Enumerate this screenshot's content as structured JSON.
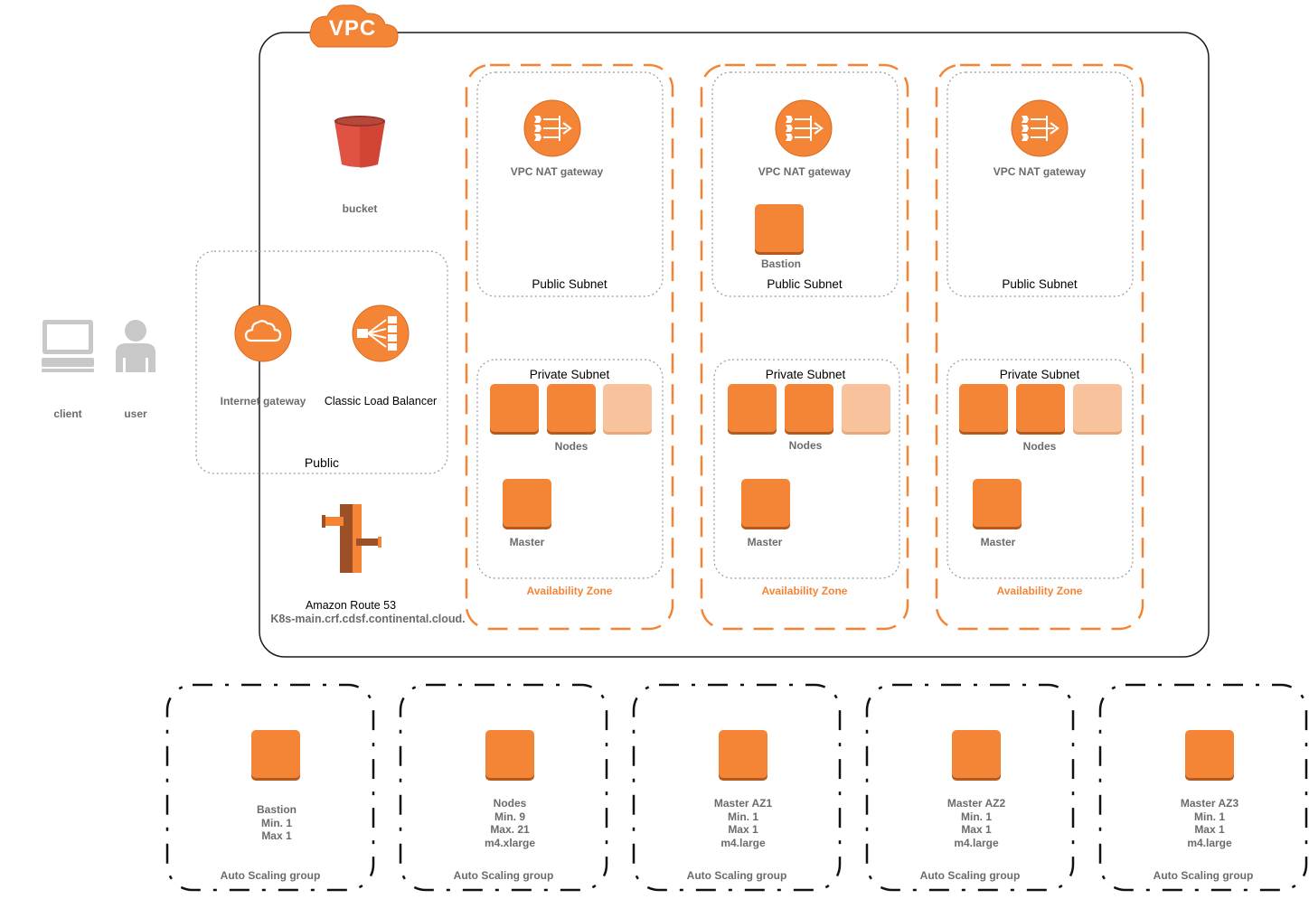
{
  "vpc": {
    "badge": "VPC"
  },
  "bucket": {
    "label": "bucket"
  },
  "actors": {
    "client": "client",
    "user": "user"
  },
  "public_group": {
    "title": "Public",
    "internet_gateway": "Internet gateway",
    "load_balancer": "Classic Load Balancer"
  },
  "route53": {
    "label": "Amazon Route 53",
    "domain": "K8s-main.crf.cdsf.continental.cloud."
  },
  "availability_zones": [
    {
      "title": "Availability Zone",
      "public_subnet": "Public Subnet",
      "nat": "VPC NAT gateway",
      "private_subnet": "Private Subnet",
      "nodes": "Nodes",
      "master": "Master"
    },
    {
      "title": "Availability Zone",
      "public_subnet": "Public Subnet",
      "nat": "VPC NAT gateway",
      "bastion": "Bastion",
      "private_subnet": "Private Subnet",
      "nodes": "Nodes",
      "master": "Master"
    },
    {
      "title": "Availability Zone",
      "public_subnet": "Public Subnet",
      "nat": "VPC NAT gateway",
      "private_subnet": "Private Subnet",
      "nodes": "Nodes",
      "master": "Master"
    }
  ],
  "autoscaling_groups": [
    {
      "title": "Auto Scaling group",
      "lines": [
        "Bastion",
        "Min. 1",
        "Max 1"
      ]
    },
    {
      "title": "Auto Scaling group",
      "lines": [
        "Nodes",
        "Min. 9",
        "Max. 21",
        "m4.xlarge"
      ]
    },
    {
      "title": "Auto Scaling group",
      "lines": [
        "Master AZ1",
        "Min. 1",
        "Max 1",
        "m4.large"
      ]
    },
    {
      "title": "Auto Scaling group",
      "lines": [
        "Master AZ2",
        "Min. 1",
        "Max 1",
        "m4.large"
      ]
    },
    {
      "title": "Auto Scaling group",
      "lines": [
        "Master AZ3",
        "Min. 1",
        "Max 1",
        "m4.large"
      ]
    }
  ],
  "colors": {
    "accent": "#f58536",
    "accent_light": "#f8c29d",
    "bucket_red": "#e05243",
    "gray_icon": "#c8c8c8",
    "label_gray": "#6b6b6b"
  },
  "icons": [
    "vpc-cloud-icon",
    "bucket-icon",
    "client-computer-icon",
    "user-icon",
    "internet-gateway-icon",
    "load-balancer-icon",
    "route53-icon",
    "nat-gateway-icon",
    "ec2-instance-icon"
  ]
}
